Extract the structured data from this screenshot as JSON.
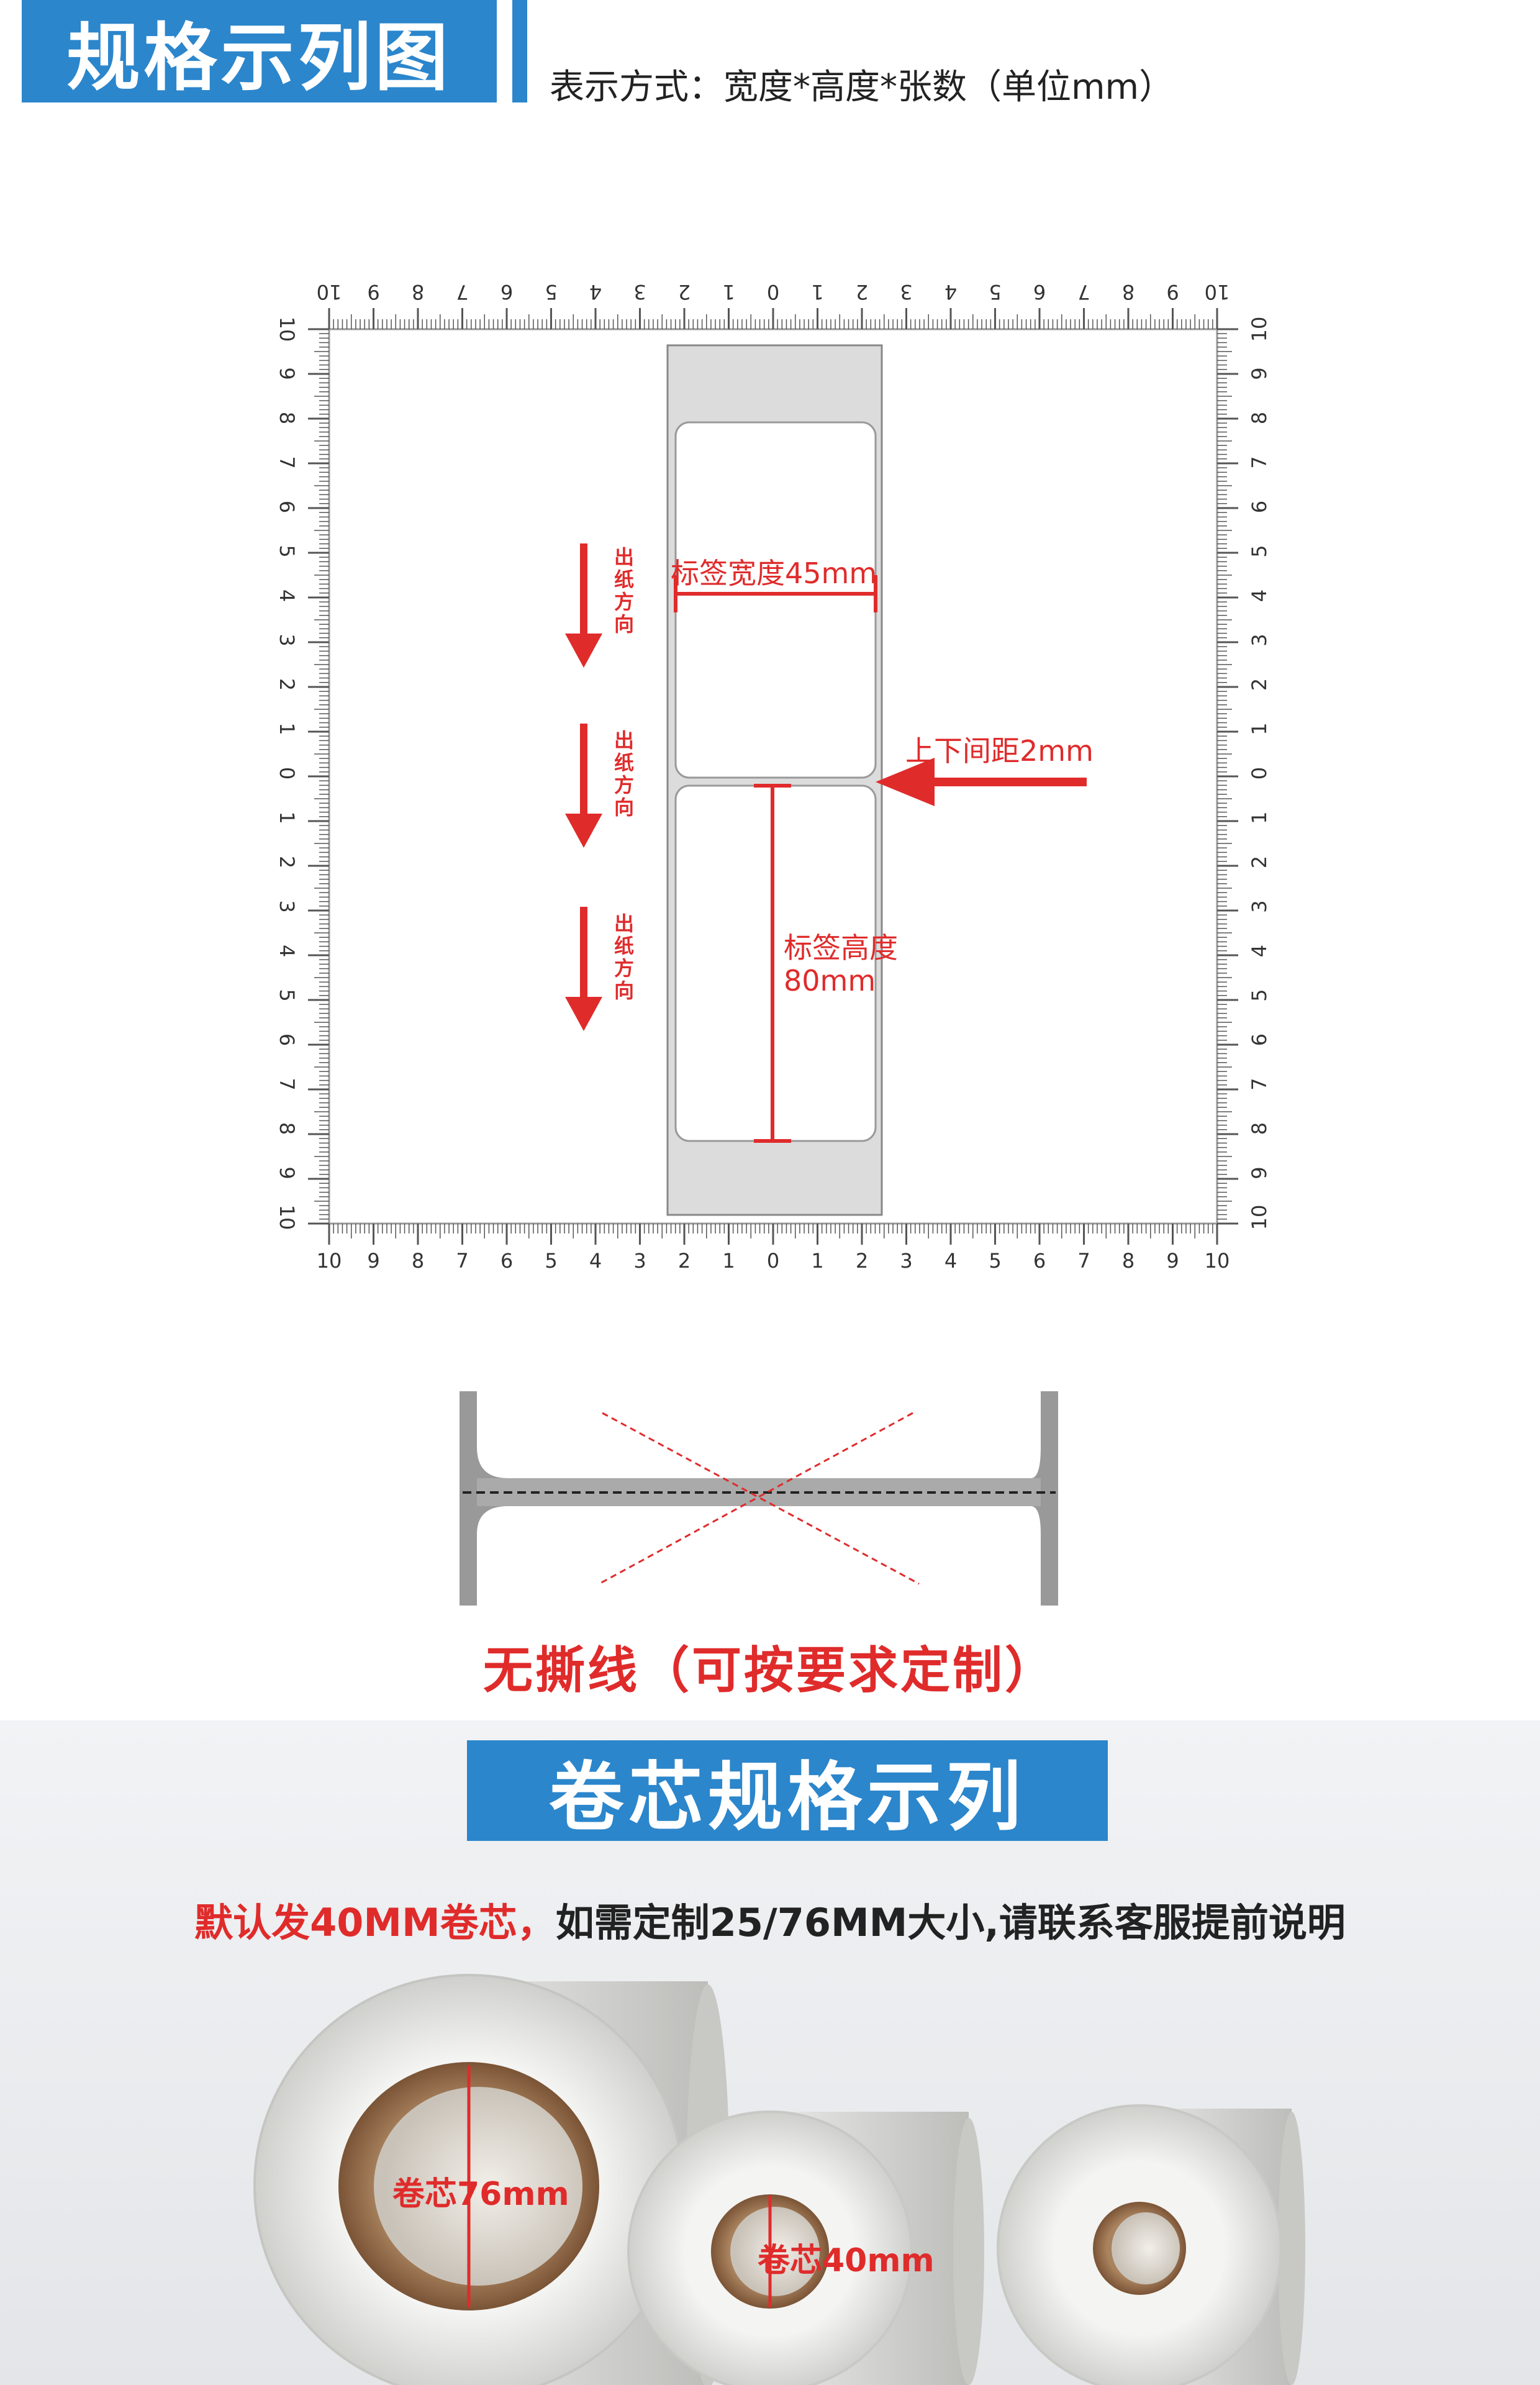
{
  "header": {
    "title": "规格示列图",
    "subtitle": "表示方式：宽度*高度*张数（单位mm）"
  },
  "diagram": {
    "top_ticks": [
      "10",
      "9",
      "8",
      "7",
      "6",
      "5",
      "4",
      "3",
      "2",
      "1",
      "0",
      "1",
      "2",
      "3",
      "4",
      "5",
      "6",
      "7",
      "8",
      "9",
      "10"
    ],
    "bottom_ticks": [
      "10",
      "9",
      "8",
      "7",
      "6",
      "5",
      "4",
      "3",
      "2",
      "1",
      "0",
      "1",
      "2",
      "3",
      "4",
      "5",
      "6",
      "7",
      "8",
      "9",
      "10"
    ],
    "left_ticks": [
      "10",
      "9",
      "8",
      "7",
      "6",
      "5",
      "4",
      "3",
      "2",
      "1",
      "0",
      "1",
      "2",
      "3",
      "4",
      "5",
      "6",
      "7",
      "8",
      "9",
      "10"
    ],
    "right_ticks": [
      "10",
      "9",
      "8",
      "7",
      "6",
      "5",
      "4",
      "3",
      "2",
      "1",
      "0",
      "1",
      "2",
      "3",
      "4",
      "5",
      "6",
      "7",
      "8",
      "9",
      "10"
    ],
    "feed_direction_label": "出纸方向",
    "label_width_text": "标签宽度45mm",
    "gap_text": "上下间距2mm",
    "label_height_text_line1": "标签高度",
    "label_height_text_line2": "80mm",
    "accent_color": "#e02b2b",
    "brand_color": "#2b86cc"
  },
  "tear": {
    "caption": "无撕线（可按要求定制）"
  },
  "core": {
    "title": "卷芯规格示列",
    "notice_red": "默认发40MM卷芯，",
    "notice_black": "如需定制25/76MM大小,请联系客服提前说明",
    "label_76": "卷芯76mm",
    "label_40": "卷芯40mm"
  }
}
